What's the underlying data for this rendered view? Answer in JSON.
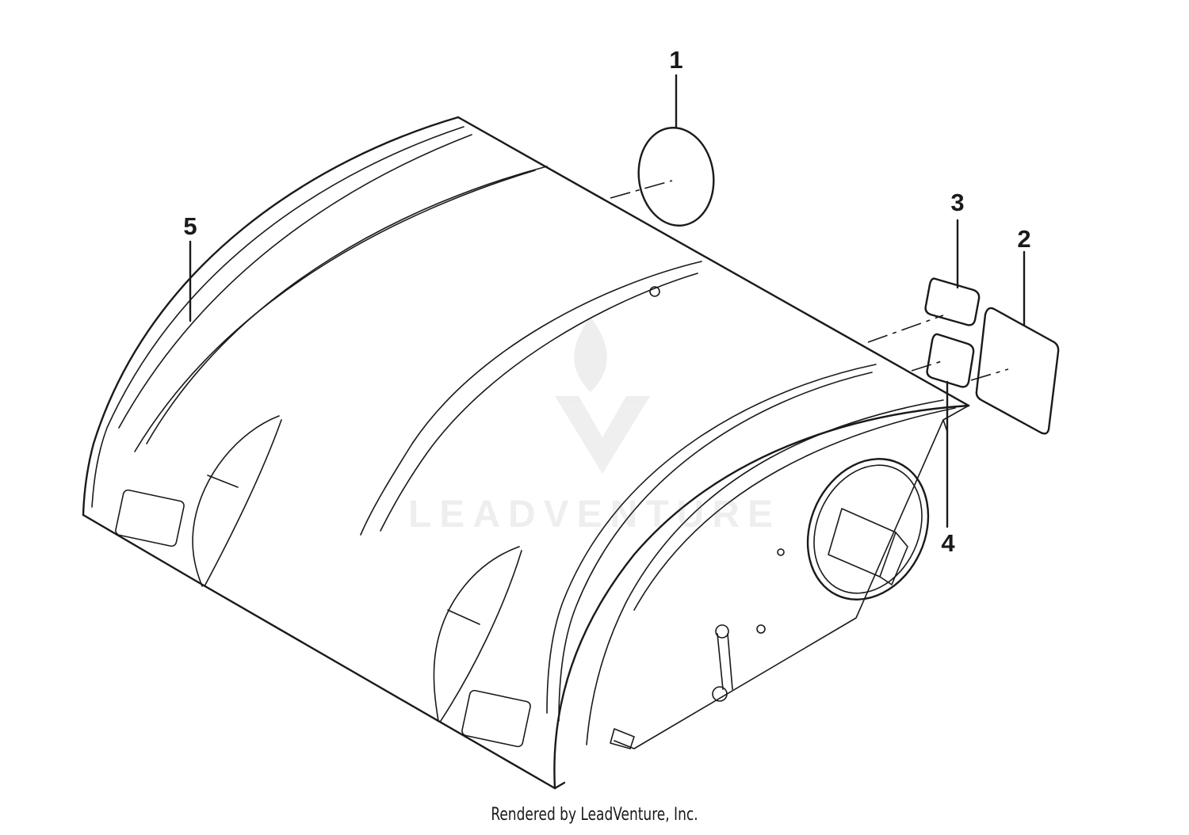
{
  "callouts": [
    {
      "id": "1",
      "label": "1"
    },
    {
      "id": "2",
      "label": "2"
    },
    {
      "id": "3",
      "label": "3"
    },
    {
      "id": "4",
      "label": "4"
    },
    {
      "id": "5",
      "label": "5"
    }
  ],
  "watermark": {
    "text": "LEADVENTURE"
  },
  "credit": {
    "text": "Rendered by LeadVenture, Inc."
  },
  "colors": {
    "line": "#1a1a1a",
    "background": "#ffffff",
    "watermark": "#c8c8c8"
  }
}
